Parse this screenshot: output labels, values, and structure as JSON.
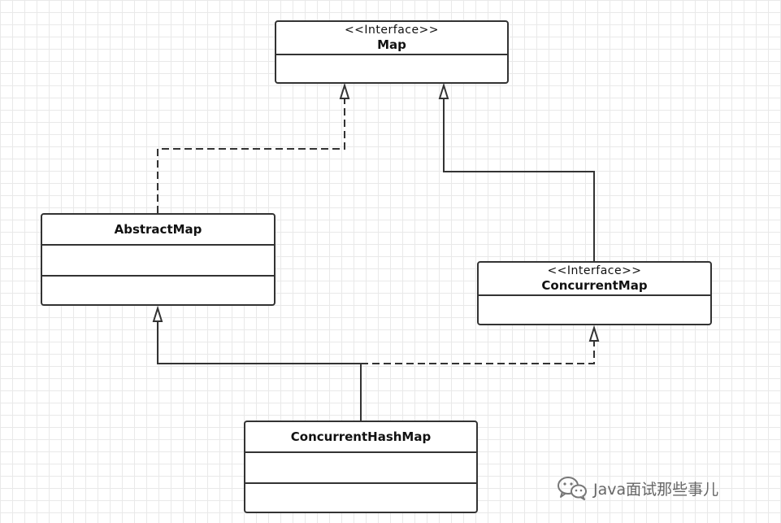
{
  "diagram": {
    "nodes": {
      "map": {
        "stereotype": "<<Interface>>",
        "name": "Map"
      },
      "abstract_map": {
        "name": "AbstractMap"
      },
      "concurrent_map": {
        "stereotype": "<<Interface>>",
        "name": "ConcurrentMap"
      },
      "concurrent_hash_map": {
        "name": "ConcurrentHashMap"
      }
    },
    "edges": [
      {
        "from": "AbstractMap",
        "to": "Map",
        "kind": "realization",
        "style": "dashed"
      },
      {
        "from": "ConcurrentMap",
        "to": "Map",
        "kind": "generalization",
        "style": "solid"
      },
      {
        "from": "ConcurrentHashMap",
        "to": "AbstractMap",
        "kind": "generalization",
        "style": "solid"
      },
      {
        "from": "ConcurrentHashMap",
        "to": "ConcurrentMap",
        "kind": "realization",
        "style": "dashed"
      }
    ]
  },
  "watermark": {
    "icon": "wechat-icon",
    "text": "Java面试那些事儿"
  },
  "colors": {
    "line": "#333333",
    "grid": "#e9e9e9",
    "watermark": "#666666"
  }
}
